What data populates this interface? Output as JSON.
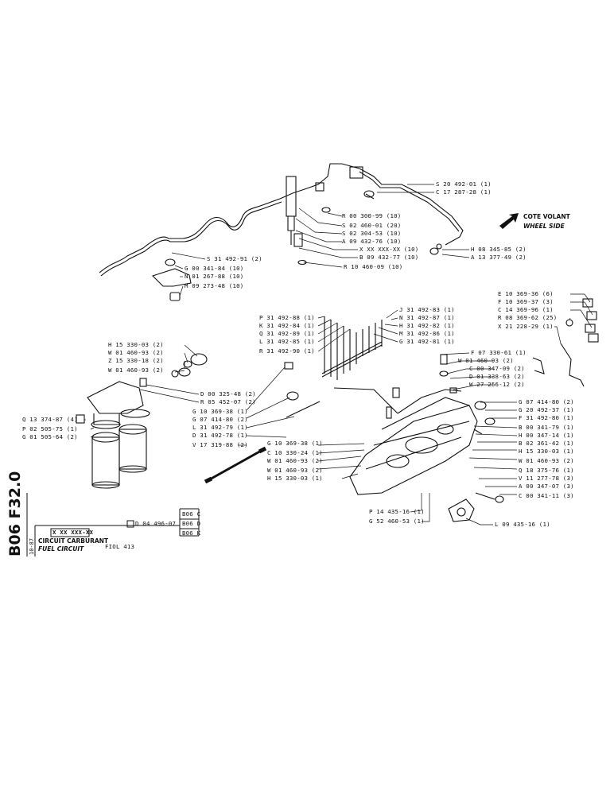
{
  "sheet": {
    "code": "B06 F32.0",
    "date": "10-87",
    "ref_box": "X XX XXX-XX",
    "title_fr": "CIRCUIT CARBURANT",
    "title_en": "FUEL CIRCUIT",
    "model": "FIOL 413",
    "models": [
      "B06 C",
      "B06 D",
      "B06 K"
    ],
    "model_ref": "D 04 496-07",
    "side_fr": "COTE VOLANT",
    "side_en": "WHEEL SIDE"
  },
  "labels": {
    "top": [
      "S 20 492-01 (1)",
      "C 17 287-28 (1)",
      "R 00 300-99 (10)",
      "S 02 460-01 (20)",
      "S 02 304-53 (10)",
      "A 09 432-76 (10)",
      "X XX XXX-XX (10)",
      "B 09 432-77 (10)",
      "R 10 460-09 (10)",
      "H 08 345-85 (2)",
      "A 13 377-49 (2)",
      "S 31 492-91 (2)",
      "G 00 341-84 (10)",
      "N 01 267-88 (10)",
      "M 09 273-48 (10)"
    ],
    "right_small": [
      "E 10 369-36 (6)",
      "F 10 369-37 (3)",
      "C 14 369-96 (1)",
      "R 08 369-62 (25)",
      "X 21 228-29 (1)"
    ],
    "pipes_left": [
      "P 31 492-88 (1)",
      "K 31 492-84 (1)",
      "Q 31 492-89 (1)",
      "L 31 492-85 (1)",
      "R 31 492-90 (1)"
    ],
    "pipes_right": [
      "J 31 492-83 (1)",
      "N 31 492-87 (1)",
      "H 31 492-82 (1)",
      "M 31 492-86 (1)",
      "G 31 492-81 (1)"
    ],
    "filter_top": [
      "H 15 330-03 (2)",
      "W 01 460-93 (2)",
      "Z 15 330-18 (2)",
      "W 01 460-93 (2)"
    ],
    "filter_mid": [
      "D 00 325-48 (2)",
      "R 05 452-07 (2)",
      "G 10 369-38 (1)",
      "G 07 414-80 (2)",
      "L 31 492-79 (1)",
      "D 31 492-78 (1)",
      "V 17 319-88 (2)"
    ],
    "filter_left": [
      "Q 13 374-87 (4)",
      "P 02 505-75 (1)",
      "G 01 505-64 (2)"
    ],
    "pump_mid": [
      "F 07 330-61 (1)",
      "W 01 460-93 (2)",
      "C 00 347-09 (2)",
      "D 01 338-63 (2)",
      "W 27 256-12 (2)"
    ],
    "pump_left": [
      "G 10 369-38 (1)",
      "C 10 330-24 (1)",
      "W 01 460-93 (2)",
      "W 01 460-93 (2)",
      "H 15 330-03 (1)"
    ],
    "pump_right": [
      "G 07 414-80 (2)",
      "G 20 492-37 (1)",
      "F 31 492-80 (1)",
      "B 00 341-79 (1)",
      "H 00 347-14 (1)",
      "B 02 361-42 (1)",
      "H 15 330-03 (1)",
      "W 01 460-93 (2)",
      "Q 18 375-76 (1)",
      "V 11 277-78 (3)",
      "A 00 347-07 (3)",
      "C 00 341-11 (3)"
    ],
    "bottom": [
      "P 14 435-16 (1)",
      "G 52 460-53 (1)",
      "L 09 435-16 (1)"
    ]
  }
}
